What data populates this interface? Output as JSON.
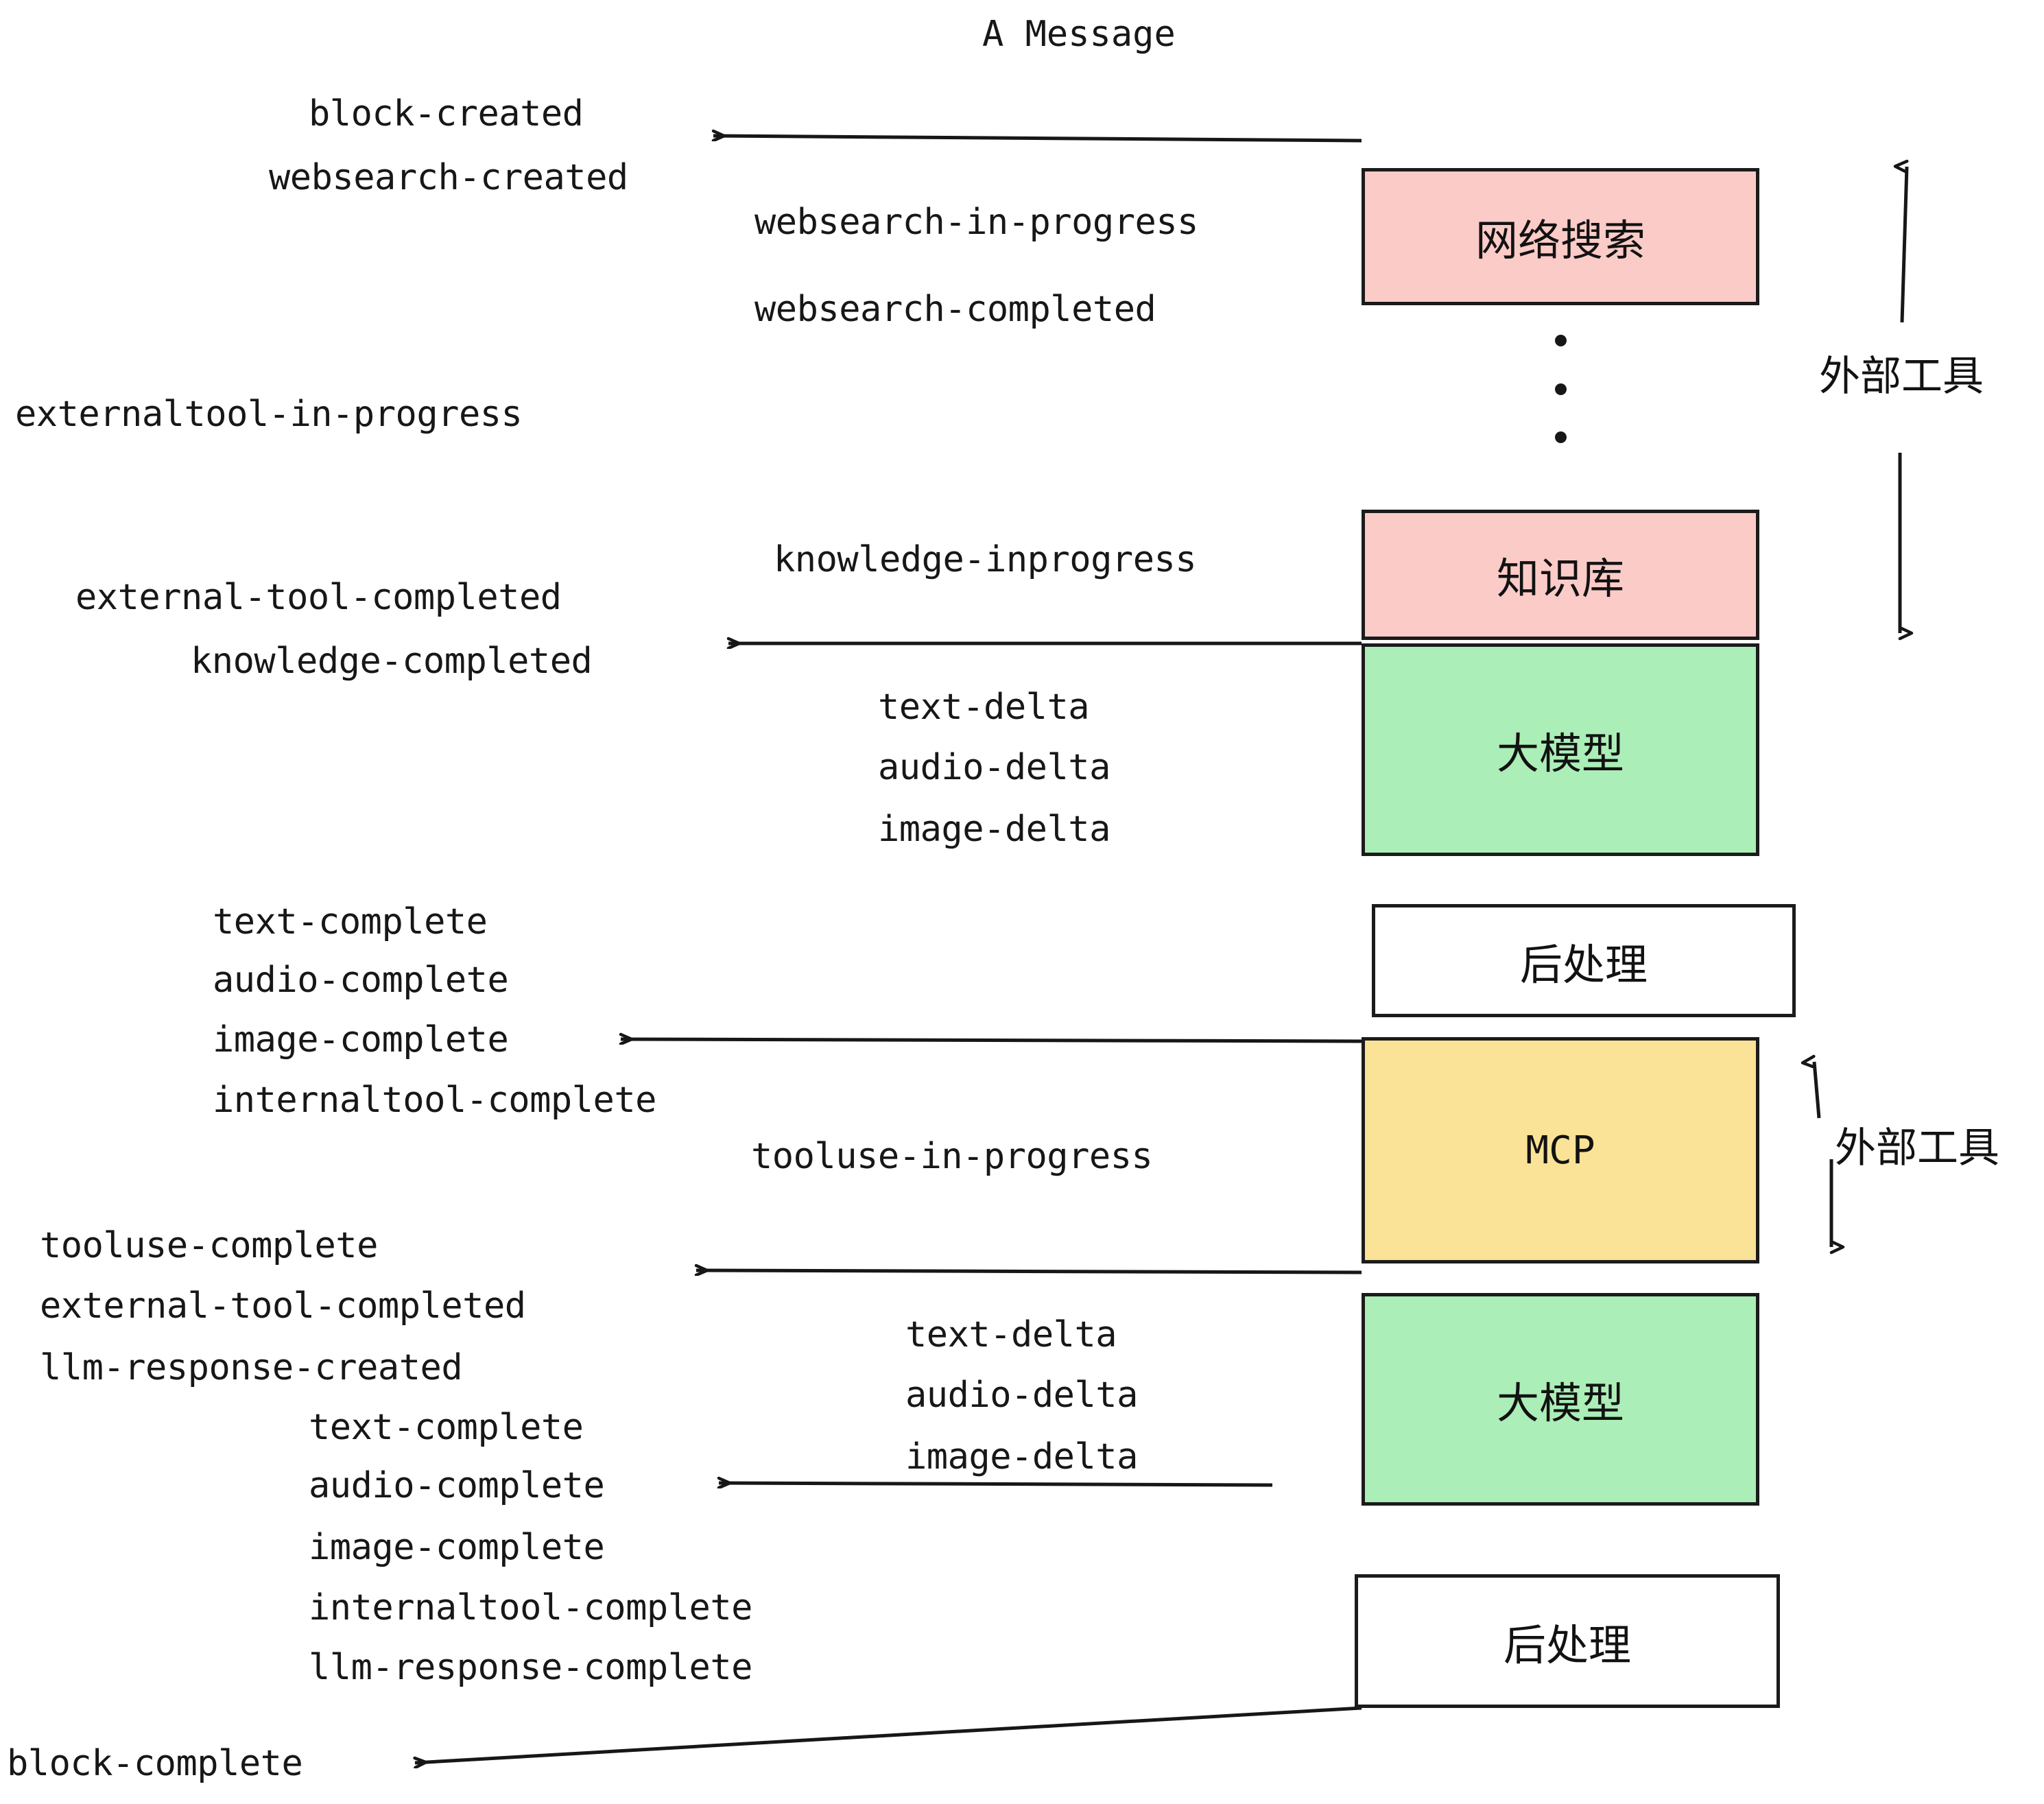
{
  "diagram": {
    "title": "A Message",
    "background": "#ffffff",
    "stroke_color": "#1b1b1b",
    "colors": {
      "pink": "#fbcbc8",
      "green": "#abeeb7",
      "yellow": "#fae296",
      "white": "#ffffff",
      "text": "#171717"
    }
  },
  "nodes": [
    {
      "id": "websearch",
      "label": "网络搜索",
      "color": "pink"
    },
    {
      "id": "knowledge",
      "label": "知识库",
      "color": "pink"
    },
    {
      "id": "llm-1",
      "label": "大模型",
      "color": "green"
    },
    {
      "id": "postprocess-1",
      "label": "后处理",
      "color": "white"
    },
    {
      "id": "mcp",
      "label": "MCP",
      "color": "yellow"
    },
    {
      "id": "llm-2",
      "label": "大模型",
      "color": "green"
    },
    {
      "id": "postprocess-2",
      "label": "后处理",
      "color": "white"
    }
  ],
  "side_labels": [
    {
      "id": "external-tools-top",
      "text": "外部工具"
    },
    {
      "id": "external-tools-bottom",
      "text": "外部工具"
    }
  ],
  "events": {
    "block_created": "block-created",
    "websearch_created": "websearch-created",
    "websearch_in_progress": "websearch-in-progress",
    "websearch_completed": "websearch-completed",
    "externaltool_in_progress": "externaltool-in-progress",
    "knowledge_inprogress": "knowledge-inprogress",
    "external_tool_completed_1": "external-tool-completed",
    "knowledge_completed": "knowledge-completed",
    "text_delta_1": "text-delta",
    "audio_delta_1": "audio-delta",
    "image_delta_1": "image-delta",
    "text_complete_1": "text-complete",
    "audio_complete_1": "audio-complete",
    "image_complete_1": "image-complete",
    "internaltool_complete_1": "internaltool-complete",
    "tooluse_in_progress": "tooluse-in-progress",
    "tooluse_complete": "tooluse-complete",
    "external_tool_completed_2": "external-tool-completed",
    "llm_response_created": "llm-response-created",
    "text_delta_2": "text-delta",
    "audio_delta_2": "audio-delta",
    "image_delta_2": "image-delta",
    "text_complete_2": "text-complete",
    "audio_complete_2": "audio-complete",
    "image_complete_2": "image-complete",
    "internaltool_complete_2": "internaltool-complete",
    "llm_response_complete": "llm-response-complete",
    "block_complete": "block-complete"
  }
}
